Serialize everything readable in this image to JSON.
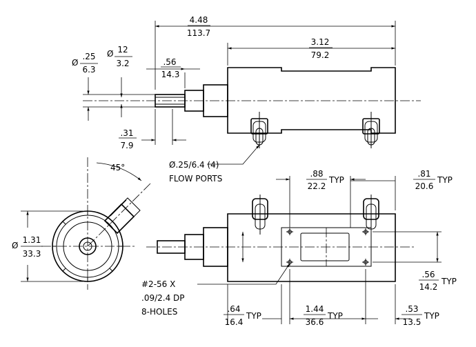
{
  "side_view": {
    "overall_length": {
      "in": "4.48",
      "mm": "113.7"
    },
    "body_length": {
      "in": "3.12",
      "mm": "79.2"
    },
    "shaft_dia": {
      "symbol": "Ø",
      "in": ".25",
      "mm": "6.3"
    },
    "tip_dia": {
      "symbol": "Ø",
      "in": "12",
      "mm": "3.2"
    },
    "nose_length": {
      "in": ".56",
      "mm": "14.3"
    },
    "shaft_length": {
      "in": ".31",
      "mm": "7.9"
    },
    "port_note": [
      "Ø.25/6.4 (4)",
      "FLOW PORTS"
    ]
  },
  "end_view": {
    "diameter": {
      "symbol": "Ø",
      "in": "1.31",
      "mm": "33.3"
    },
    "angle": "45°"
  },
  "bottom_view": {
    "hole_spacing_v": {
      "in": ".88",
      "mm": "22.2",
      "suffix": "TYP"
    },
    "edge_offset_right": {
      "in": ".81",
      "mm": "20.6",
      "suffix": "TYP"
    },
    "hole_spacing_side": {
      "in": ".56",
      "mm": "14.2",
      "suffix": "TYP"
    },
    "left_offset": {
      "in": ".64",
      "mm": "16.4",
      "suffix": "TYP"
    },
    "hole_spacing_h": {
      "in": "1.44",
      "mm": "36.6",
      "suffix": "TYP"
    },
    "right_offset": {
      "in": ".53",
      "mm": "13.5",
      "suffix": "TYP"
    },
    "hole_note": [
      "#2-56 X",
      ".09/2.4 DP",
      "8-HOLES"
    ]
  }
}
